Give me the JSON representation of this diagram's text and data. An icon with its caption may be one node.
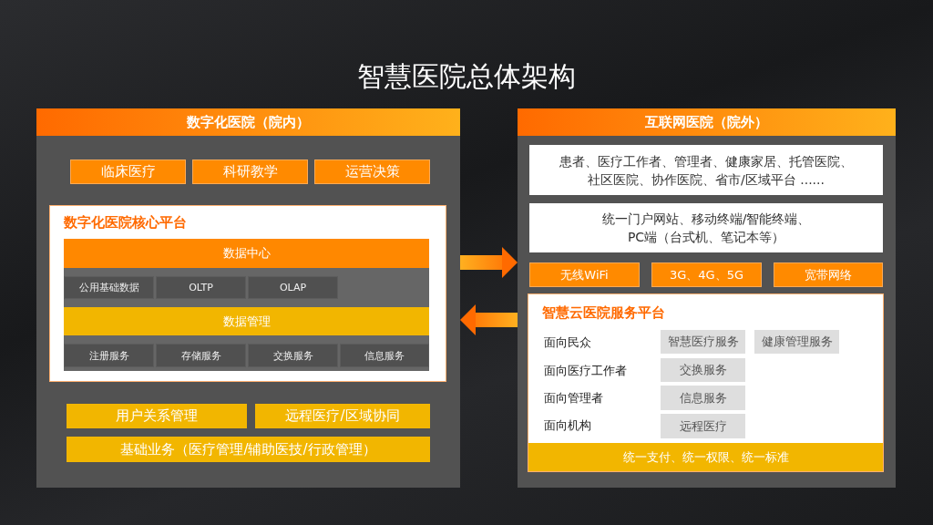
{
  "diagram": {
    "title": "智慧医院总体架构",
    "nodes": [
      {
        "text": [
          "数字化医院（院内）"
        ]
      },
      {
        "text": [
          "临床医疗"
        ],
        "in": 0
      },
      {
        "text": [
          "科研教学"
        ],
        "in": 0
      },
      {
        "text": [
          "运营决策"
        ],
        "in": 0
      },
      {
        "text": [
          "数字化医院核心平台"
        ],
        "in": 0
      },
      {
        "text": [
          "数据中心"
        ],
        "in": 4
      },
      {
        "text": [
          "公用基础数据"
        ],
        "in": 4
      },
      {
        "text": [
          "OLTP"
        ],
        "in": 4
      },
      {
        "text": [
          "OLAP"
        ],
        "in": 4
      },
      {
        "text": [
          "数据管理"
        ],
        "in": 4
      },
      {
        "text": [
          "注册服务"
        ],
        "in": 4
      },
      {
        "text": [
          "存储服务"
        ],
        "in": 4
      },
      {
        "text": [
          "交换服务"
        ],
        "in": 4
      },
      {
        "text": [
          "信息服务"
        ],
        "in": 4
      },
      {
        "text": [
          "用户关系管理"
        ],
        "in": 0
      },
      {
        "text": [
          "远程医疗/区域协同"
        ],
        "in": 0
      },
      {
        "text": [
          "基础业务（医疗管理/辅助医技/行政管理）"
        ],
        "in": 0
      },
      {
        "text": [
          "互联网医院（院外）"
        ]
      },
      {
        "text": [
          "患者、医疗工作者、管理者、健康家居、托管医院、社区医院、协作医院、省市/区域平台 ......"
        ],
        "in": 17
      },
      {
        "text": [
          "统一门户网站、移动终端/智能终端、PC端（台式机、笔记本等）"
        ],
        "in": 17
      },
      {
        "text": [
          "无线WiFi"
        ],
        "in": 17
      },
      {
        "text": [
          "3G、4G、5G"
        ],
        "in": 17
      },
      {
        "text": [
          "宽带网络"
        ],
        "in": 17
      },
      {
        "text": [
          "智慧云医院服务平台"
        ],
        "in": 17
      },
      {
        "text": [
          "智慧医疗服务"
        ],
        "in": 23
      },
      {
        "text": [
          "健康管理服务"
        ],
        "in": 23
      },
      {
        "text": [
          "交换服务"
        ],
        "in": 23
      },
      {
        "text": [
          "信息服务"
        ],
        "in": 23
      },
      {
        "text": [
          "远程医疗"
        ],
        "in": 23
      },
      {
        "text": [
          "统一支付、统一权限、统一标准"
        ],
        "in": 23
      }
    ],
    "edges": [
      {
        "from": 0,
        "to": 17,
        "arrow": "to"
      },
      {
        "from": 17,
        "to": 0,
        "arrow": "to"
      }
    ],
    "labels": [
      "面向民众",
      "面向医疗工作者",
      "面向管理者",
      "面向机构"
    ]
  }
}
